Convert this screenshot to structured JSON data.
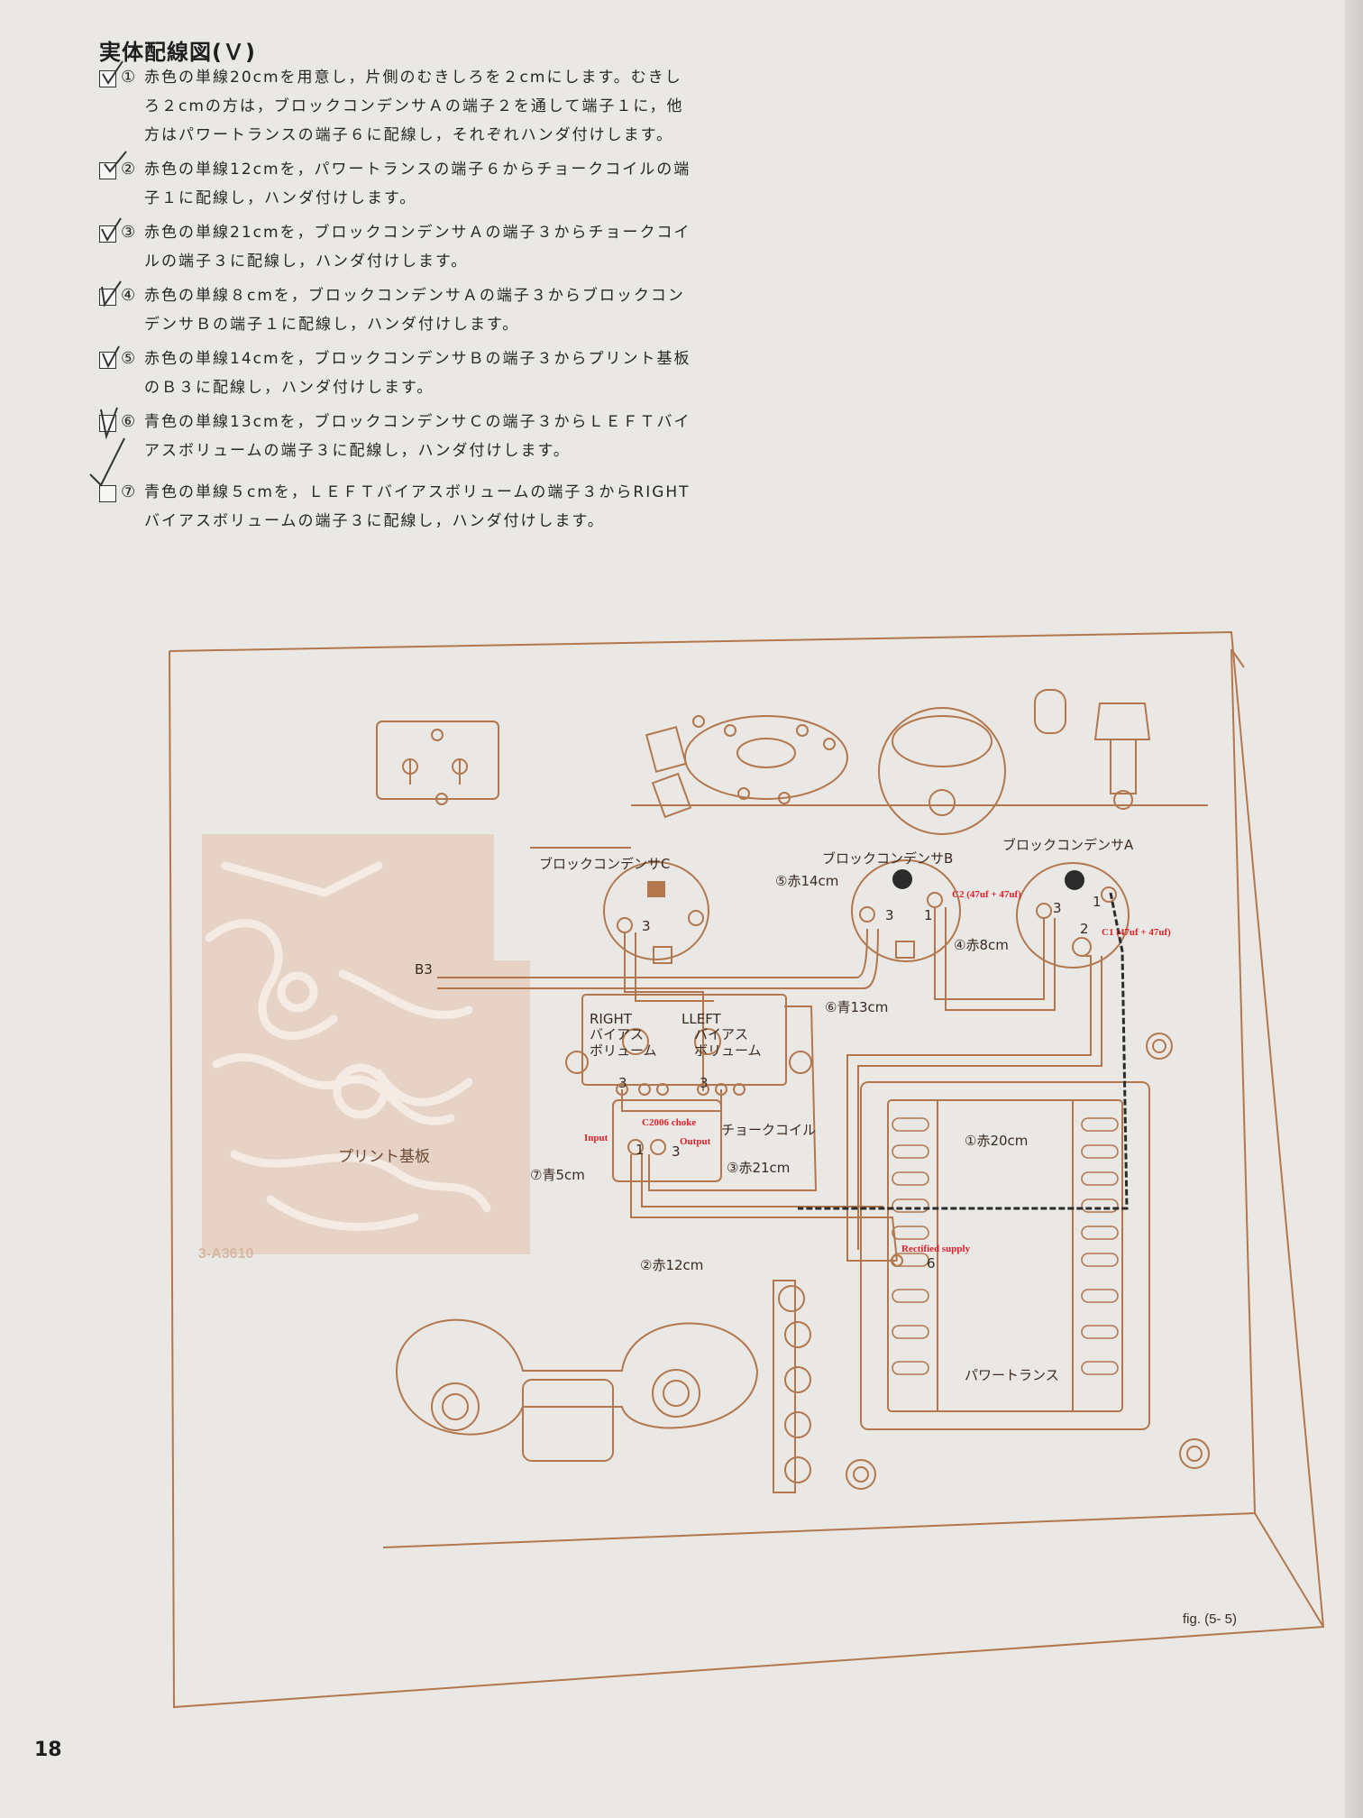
{
  "title": "実体配線図(Ｖ)",
  "steps": [
    {
      "num": "①",
      "text": "赤色の単線20cmを用意し，片側のむきしろを２cmにします。むきしろ２cmの方は，ブロックコンデンサＡの端子２を通して端子１に，他方はパワートランスの端子６に配線し，それぞれハンダ付けします。",
      "checked": true
    },
    {
      "num": "②",
      "text": "赤色の単線12cmを，パワートランスの端子６からチョークコイルの端子１に配線し，ハンダ付けします。",
      "checked": true
    },
    {
      "num": "③",
      "text": "赤色の単線21cmを，ブロックコンデンサＡの端子３からチョークコイルの端子３に配線し，ハンダ付けします。",
      "checked": true
    },
    {
      "num": "④",
      "text": "赤色の単線８cmを，ブロックコンデンサＡの端子３からブロックコンデンサＢの端子１に配線し，ハンダ付けします。",
      "checked": true
    },
    {
      "num": "⑤",
      "text": "赤色の単線14cmを，ブロックコンデンサＢの端子３からプリント基板のＢ３に配線し，ハンダ付けします。",
      "checked": true
    },
    {
      "num": "⑥",
      "text": "青色の単線13cmを，ブロックコンデンサＣの端子３からＬＥＦＴバイアスボリュームの端子３に配線し，ハンダ付けします。",
      "checked": true
    },
    {
      "num": "⑦",
      "text": "青色の単線５cmを，ＬＥＦＴバイアスボリュームの端子３からRIGHTバイアスボリュームの端子３に配線し，ハンダ付けします。",
      "checked": true
    }
  ],
  "diagram": {
    "block_c": "ブロックコンデンサC",
    "block_b": "ブロックコンデンサB",
    "block_a": "ブロックコンデンサA",
    "pcb": "プリント基板",
    "pcb_code": "3-A3610",
    "b3": "B3",
    "right_vol": "RIGHT",
    "left_vol": "LLEFT",
    "bias1": "バイアス",
    "bias2": "ボリューム",
    "bias1_l": "バイアス",
    "bias2_l": "ボリューム",
    "choke": "チョークコイル",
    "power_trans": "パワートランス",
    "w1": "①赤20cm",
    "w2": "②赤12cm",
    "w3": "③赤21cm",
    "w4": "④赤8cm",
    "w5": "⑤赤14cm",
    "w6": "⑥青13cm",
    "w7": "⑦青5cm",
    "t3": "3",
    "t1": "1",
    "t2": "2",
    "t6": "6",
    "fig": "fig. (5- 5)",
    "ann_c2": "C2 (47uf + 47uf)",
    "ann_c1": "C1 (47uf + 47uf)",
    "ann_choke": "C2006 choke",
    "ann_input": "Input",
    "ann_output": "Output",
    "ann_rect": "Rectified supply"
  },
  "page_number": "18",
  "colors": {
    "line": "#b3774e",
    "pcb": "#e7d3c6",
    "annotation": "#e3202a",
    "wire_dark": "#2b2b2b"
  }
}
